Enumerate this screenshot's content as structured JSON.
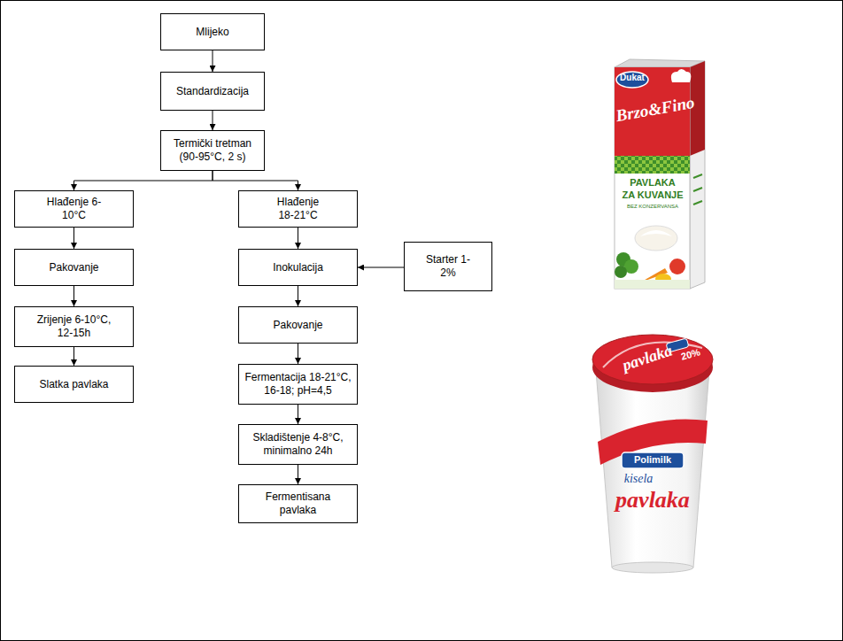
{
  "diagram": {
    "nodes": [
      {
        "text": [
          "Mlijeko"
        ]
      },
      {
        "text": [
          "Standardizacija"
        ]
      },
      {
        "text": [
          "Termički tretman (90-95°C, 2 s)"
        ]
      },
      {
        "text": [
          "Hlađenje 6-10°C"
        ]
      },
      {
        "text": [
          "Hlađenje 18-21°C"
        ]
      },
      {
        "text": [
          "Pakovanje"
        ]
      },
      {
        "text": [
          "Inokulacija"
        ]
      },
      {
        "text": [
          "Starter 1-2%"
        ]
      },
      {
        "text": [
          "Zrijenje 6-10°C, 12-15h"
        ]
      },
      {
        "text": [
          "Pakovanje"
        ]
      },
      {
        "text": [
          "Slatka pavlaka"
        ]
      },
      {
        "text": [
          "Fermentacija 18-21°C, 16-18; pH=4,5"
        ]
      },
      {
        "text": [
          "Skladištenje 4-8°C, minimalno 24h"
        ]
      },
      {
        "text": [
          "Fermentisana pavlaka"
        ]
      }
    ],
    "edges": [
      {
        "from": 0,
        "to": 1,
        "arrow": "to"
      },
      {
        "from": 1,
        "to": 2,
        "arrow": "to"
      },
      {
        "from": 2,
        "to": 3,
        "arrow": "to"
      },
      {
        "from": 2,
        "to": 4,
        "arrow": "to"
      },
      {
        "from": 3,
        "to": 5,
        "arrow": "to"
      },
      {
        "from": 5,
        "to": 8,
        "arrow": "to"
      },
      {
        "from": 8,
        "to": 10,
        "arrow": "to"
      },
      {
        "from": 4,
        "to": 6,
        "arrow": "to"
      },
      {
        "from": 7,
        "to": 6,
        "arrow": "to"
      },
      {
        "from": 6,
        "to": 9,
        "arrow": "to"
      },
      {
        "from": 9,
        "to": 11,
        "arrow": "to"
      },
      {
        "from": 11,
        "to": 12,
        "arrow": "to"
      },
      {
        "from": 12,
        "to": 13,
        "arrow": "to"
      }
    ],
    "labels": [
      "Dukat",
      "Brzo&Fino",
      "PAVLAKA",
      "ZA KUVANJE",
      "BEZ KONZERVANSA",
      "20%",
      "pavlaka",
      "Polimilk",
      "kisela",
      "pavlaka"
    ]
  }
}
